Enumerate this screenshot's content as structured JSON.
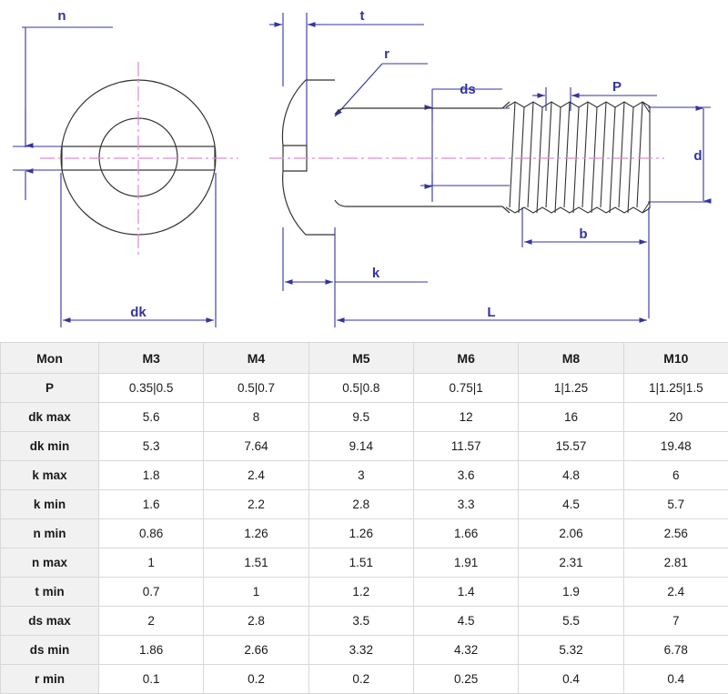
{
  "drawing": {
    "title": "slotted pan head screw dimension drawing",
    "colors": {
      "dimension": "#3333a0",
      "centerline": "#e08ad0",
      "outline": "#333333"
    },
    "labels": {
      "n": "n",
      "dk": "dk",
      "t": "t",
      "r": "r",
      "ds": "ds",
      "P": "P",
      "d": "d",
      "b": "b",
      "k": "k",
      "L": "L"
    }
  },
  "table": {
    "columns": [
      "Mon",
      "M3",
      "M4",
      "M5",
      "M6",
      "M8",
      "M10"
    ],
    "rows": [
      {
        "label": "P",
        "values": [
          "0.35|0.5",
          "0.5|0.7",
          "0.5|0.8",
          "0.75|1",
          "1|1.25",
          "1|1.25|1.5"
        ]
      },
      {
        "label": "dk max",
        "values": [
          "5.6",
          "8",
          "9.5",
          "12",
          "16",
          "20"
        ]
      },
      {
        "label": "dk min",
        "values": [
          "5.3",
          "7.64",
          "9.14",
          "11.57",
          "15.57",
          "19.48"
        ]
      },
      {
        "label": "k max",
        "values": [
          "1.8",
          "2.4",
          "3",
          "3.6",
          "4.8",
          "6"
        ]
      },
      {
        "label": "k min",
        "values": [
          "1.6",
          "2.2",
          "2.8",
          "3.3",
          "4.5",
          "5.7"
        ]
      },
      {
        "label": "n min",
        "values": [
          "0.86",
          "1.26",
          "1.26",
          "1.66",
          "2.06",
          "2.56"
        ]
      },
      {
        "label": "n max",
        "values": [
          "1",
          "1.51",
          "1.51",
          "1.91",
          "2.31",
          "2.81"
        ]
      },
      {
        "label": "t min",
        "values": [
          "0.7",
          "1",
          "1.2",
          "1.4",
          "1.9",
          "2.4"
        ]
      },
      {
        "label": "ds max",
        "values": [
          "2",
          "2.8",
          "3.5",
          "4.5",
          "5.5",
          "7"
        ]
      },
      {
        "label": "ds min",
        "values": [
          "1.86",
          "2.66",
          "3.32",
          "4.32",
          "5.32",
          "6.78"
        ]
      },
      {
        "label": "r min",
        "values": [
          "0.1",
          "0.2",
          "0.2",
          "0.25",
          "0.4",
          "0.4"
        ]
      }
    ]
  }
}
